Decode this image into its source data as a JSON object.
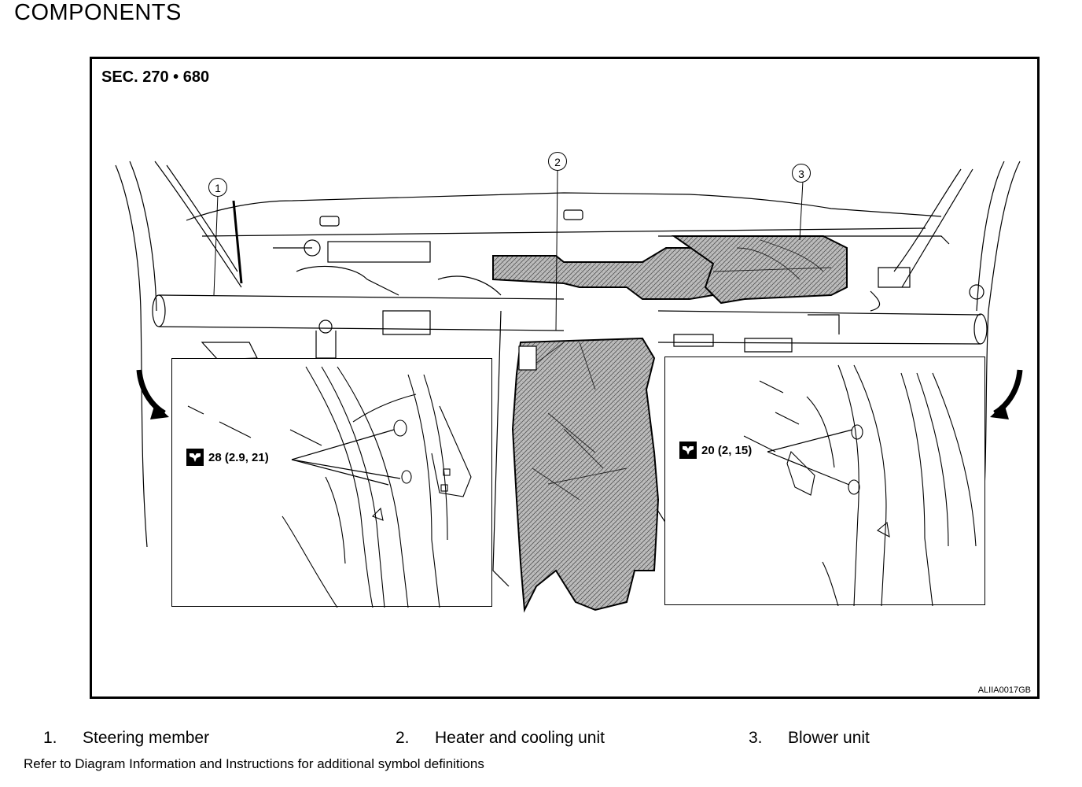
{
  "page": {
    "title": "COMPONENTS"
  },
  "figure": {
    "section": "SEC. 270 • 680",
    "figure_id": "ALIIA0017GB",
    "callouts": [
      "1",
      "2",
      "3"
    ],
    "left_inset": {
      "torque": "28 (2.9, 21)",
      "icon": "torque-wrench-icon"
    },
    "right_inset": {
      "torque": "20 (2, 15)",
      "icon": "torque-wrench-icon"
    }
  },
  "legend": [
    {
      "num": "1.",
      "label": "Steering member"
    },
    {
      "num": "2.",
      "label": "Heater and cooling unit"
    },
    {
      "num": "3.",
      "label": "Blower unit"
    }
  ],
  "footnote": "Refer to Diagram Information and Instructions for additional symbol definitions"
}
